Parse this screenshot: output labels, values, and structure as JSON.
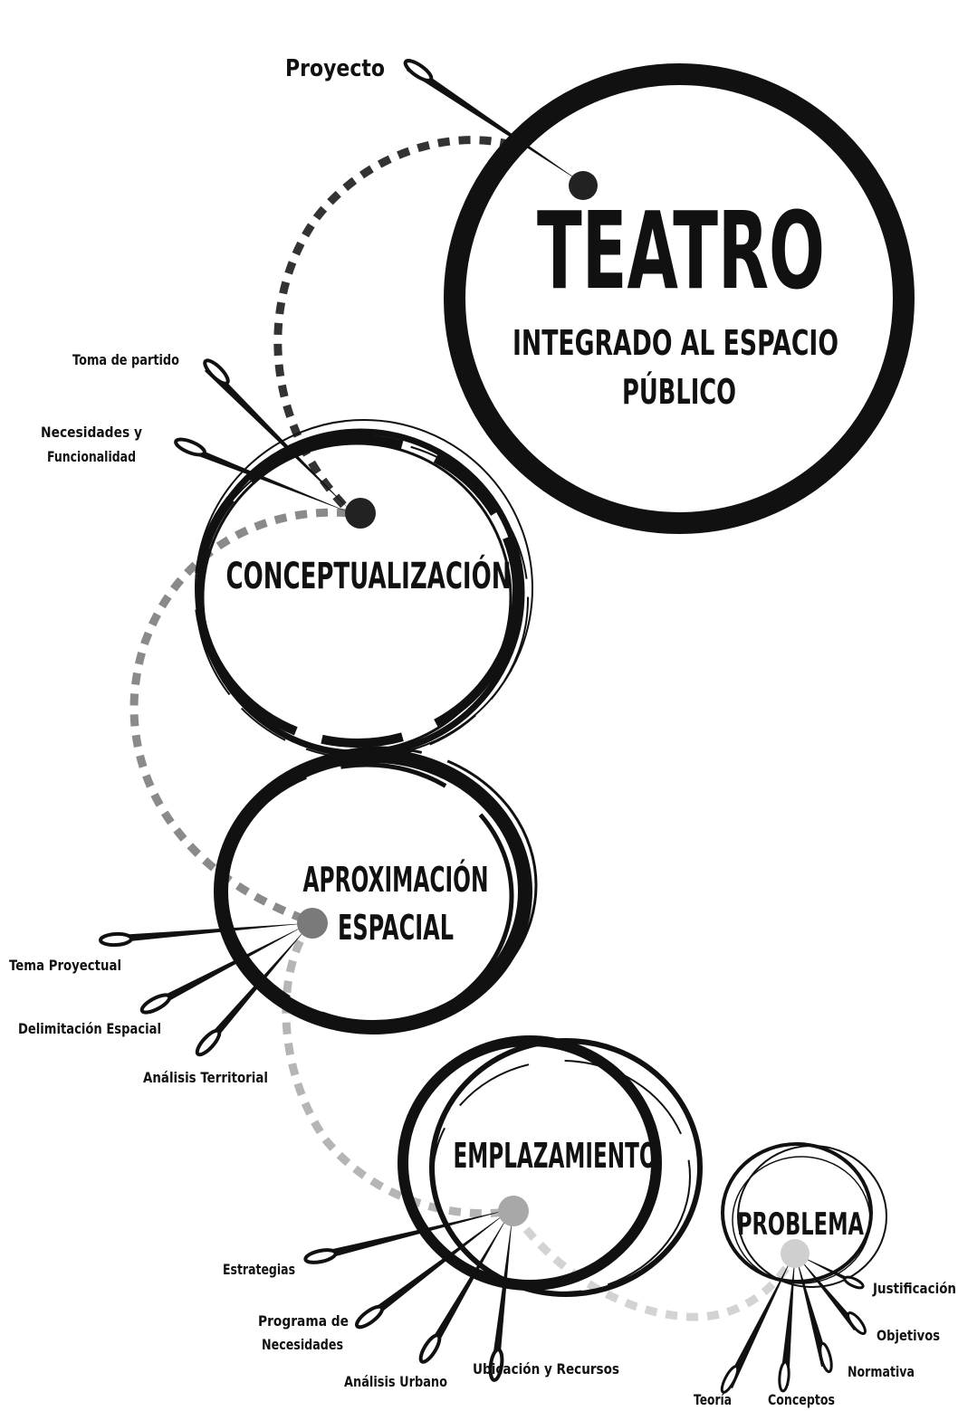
{
  "stages": {
    "teatro": {
      "title": "TEATRO",
      "subtitle_line1": "INTEGRADO AL ESPACIO",
      "subtitle_line2": "PÚBLICO",
      "tag": "Proyecto"
    },
    "conceptualizacion": {
      "title": "CONCEPTUALIZACIÓN",
      "items": [
        "Toma de partido",
        "Necesidades y",
        "Funcionalidad"
      ]
    },
    "aproximacion": {
      "title_line1": "APROXIMACIÓN",
      "title_line2": "ESPACIAL",
      "items": [
        "Tema Proyectual",
        "Delimitación  Espacial",
        "Análisis Territorial"
      ]
    },
    "emplazamiento": {
      "title": "EMPLAZAMIENTO",
      "items": [
        "Estrategias",
        "Programa  de",
        "Necesidades",
        "Análisis Urbano",
        "Ubicación  y Recursos"
      ]
    },
    "problema": {
      "title": "PROBLEMA",
      "items": [
        "Justificación",
        "Objetivos",
        "Normativa",
        "Conceptos",
        "Teoría"
      ]
    }
  },
  "colors": {
    "ink": "#111111",
    "dot_teatro": "#222222",
    "dot_conceptualizacion": "#222222",
    "dot_aproximacion": "#7a7a7a",
    "dot_emplazamiento": "#a8a8a8",
    "dot_problema": "#cfcfcf",
    "path_dark": "#333333",
    "path_mid": "#8a8a8a",
    "path_light": "#b5b5b5",
    "path_lighter": "#d3d3d3"
  },
  "icons": [
    "needle-icon"
  ]
}
